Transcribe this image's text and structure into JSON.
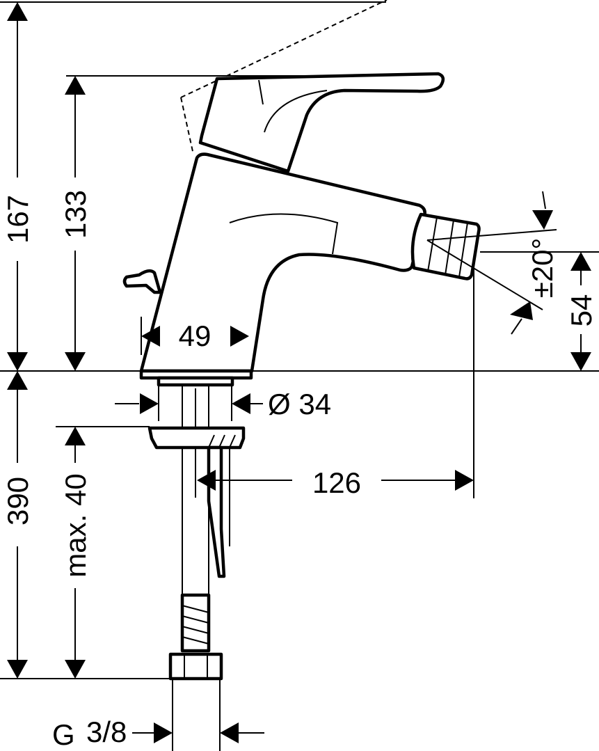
{
  "drawing": {
    "dimensions": {
      "total_height": "167",
      "handle_height": "133",
      "hose_length": "390",
      "max_mount_thickness": "max. 40",
      "base_width": "49",
      "base_diameter": "Ø 34",
      "spout_reach": "126",
      "spout_swivel": "±20°",
      "spout_height": "54",
      "connection_thread": "G",
      "connection_thread_fraction": "3/8"
    },
    "line_color": "#000000",
    "background_color": "#ffffff"
  }
}
